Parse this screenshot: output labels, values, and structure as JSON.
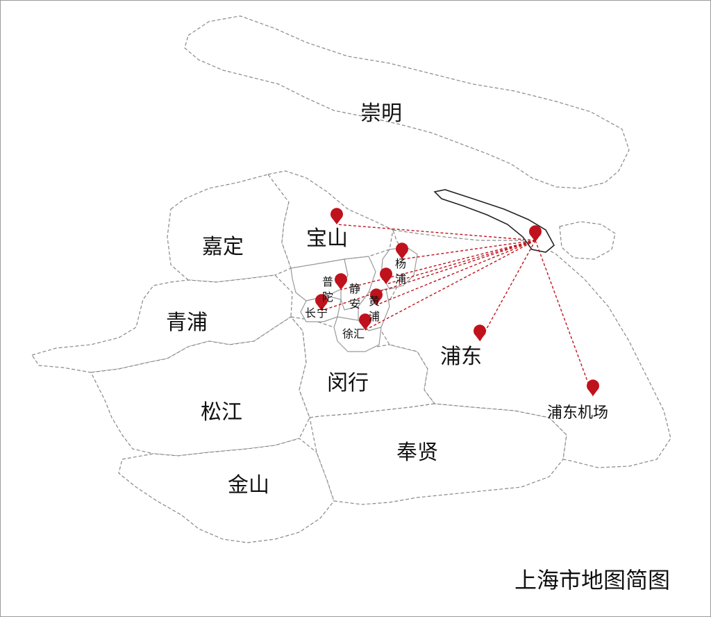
{
  "map": {
    "title": "上海市地图简图",
    "hub_color": "#c0121c",
    "districts": {
      "chongming": "崇明",
      "jiading": "嘉定",
      "baoshan": "宝山",
      "qingpu": "青浦",
      "songjiang": "松江",
      "jinshan": "金山",
      "minhang": "闵行",
      "fengxian": "奉贤",
      "pudong": "浦东",
      "pudong_airport": "浦东机场",
      "yangpu": [
        "杨",
        "浦"
      ],
      "putuo": [
        "普",
        "陀"
      ],
      "jingan": [
        "静",
        "安"
      ],
      "huangpu": [
        "黄",
        "浦"
      ],
      "changning": [
        "长",
        "宁"
      ],
      "xuhui": "徐汇"
    }
  }
}
